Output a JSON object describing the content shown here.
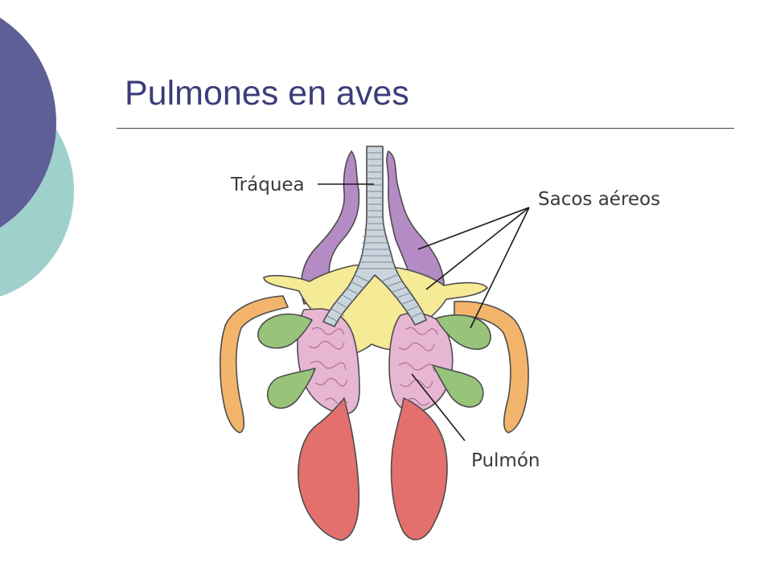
{
  "slide": {
    "title": "Pulmones en aves"
  },
  "diagram": {
    "labels": {
      "trachea": "Tráquea",
      "air_sacs": "Sacos aéreos",
      "lung": "Pulmón"
    },
    "colors": {
      "trachea": "#c9d4dd",
      "clavicular_sac": "#f5ea96",
      "cervical_sacs": "#b48bc4",
      "thoracic_sacs": "#98c47a",
      "humeral_sacs": "#f2b56b",
      "abdominal_sacs": "#e3706c",
      "lungs": "#e7b6d2"
    }
  },
  "decor": {
    "accent_purple": "#5f5f98",
    "accent_teal": "#9fd0cc",
    "title_color": "#3d3d7a"
  }
}
